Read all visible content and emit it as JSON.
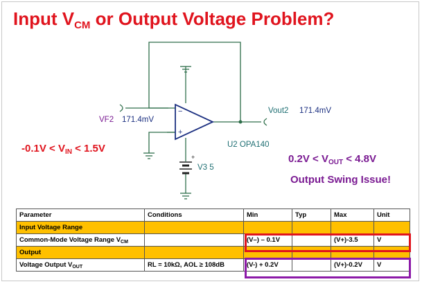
{
  "title": {
    "prefix": "Input V",
    "sub": "CM",
    "suffix": " or Output Voltage Problem?"
  },
  "circuit": {
    "vf2_name": "VF2",
    "vf2_value": "171.4mV",
    "vout2_name": "Vout2",
    "vout2_value": "171.4mV",
    "opamp_label": "U2 OPA140",
    "supply_label": "V3 5",
    "plus_sign": "+",
    "minus_sign": "−"
  },
  "input_range": {
    "left": "-0.1V < V",
    "sub": "IN",
    "right": " < 1.5V"
  },
  "output_range": {
    "left": "0.2V < V",
    "sub": "OUT",
    "right": " < 4.8V"
  },
  "issue_note": "Output Swing Issue!",
  "table": {
    "headers": [
      "Parameter",
      "Conditions",
      "Min",
      "Typ",
      "Max",
      "Unit"
    ],
    "section_input": "Input Voltage Range",
    "row_cm": {
      "param_prefix": "Common-Mode Voltage Range V",
      "param_sub": "CM",
      "conditions": "",
      "min": "(V–) – 0.1V",
      "typ": "",
      "max": "(V+)-3.5",
      "unit": "V"
    },
    "section_output": "Output",
    "row_vo": {
      "param_prefix": "Voltage Output V",
      "param_sub": "OUT",
      "conditions": "RL = 10kΩ, AOL ≥  108dB",
      "min": "(V-) + 0.2V",
      "typ": "",
      "max": "(V+)-0.2V",
      "unit": "V"
    }
  },
  "colors": {
    "title": "#e0141e",
    "highlight_input": "#e0141e",
    "highlight_output": "#8c1aa8",
    "section_fill": "#ffc000",
    "opamp_outline": "#1b2f80",
    "wire": "#2e6e4a"
  }
}
